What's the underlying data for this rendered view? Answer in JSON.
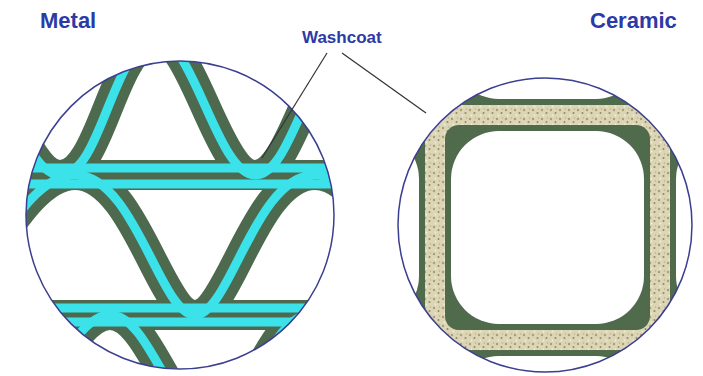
{
  "diagram": {
    "labels": [
      "Metal",
      "Washcoat",
      "Ceramic"
    ]
  }
}
